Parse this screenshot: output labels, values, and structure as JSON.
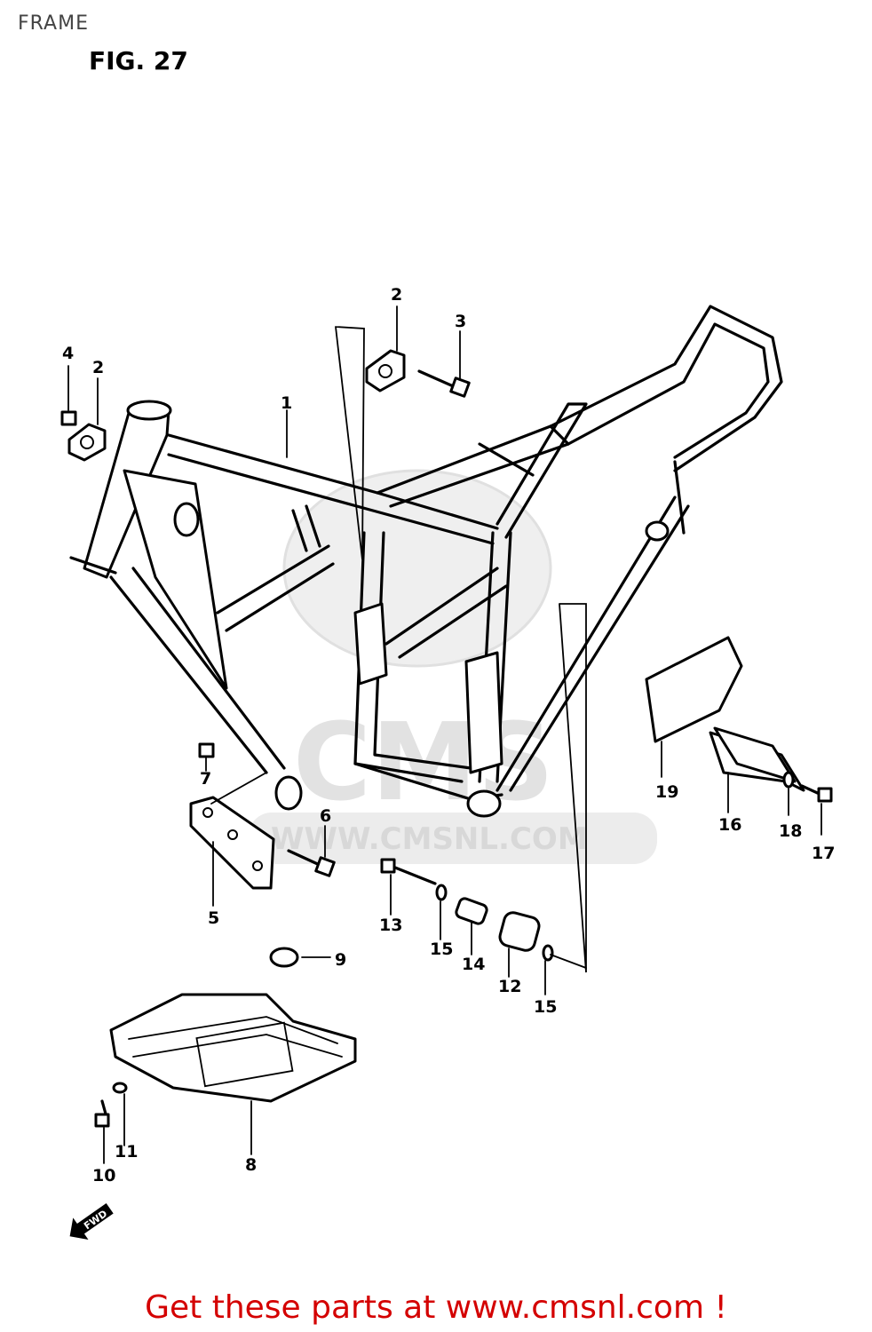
{
  "header": {
    "section": "FRAME",
    "figure": "FIG. 27"
  },
  "watermark": {
    "logo_text": "CMS",
    "url_text": "WWW.CMSNL.COM"
  },
  "fwd_marker": "FWD",
  "callouts": {
    "c1": "1",
    "c2a": "2",
    "c2b": "2",
    "c3": "3",
    "c4": "4",
    "c5": "5",
    "c6": "6",
    "c7": "7",
    "c8": "8",
    "c9": "9",
    "c10": "10",
    "c11": "11",
    "c12": "12",
    "c13": "13",
    "c14": "14",
    "c15a": "15",
    "c15b": "15",
    "c16": "16",
    "c17": "17",
    "c18": "18",
    "c19": "19"
  },
  "footer": {
    "text": "Get these parts at www.cmsnl.com !"
  }
}
